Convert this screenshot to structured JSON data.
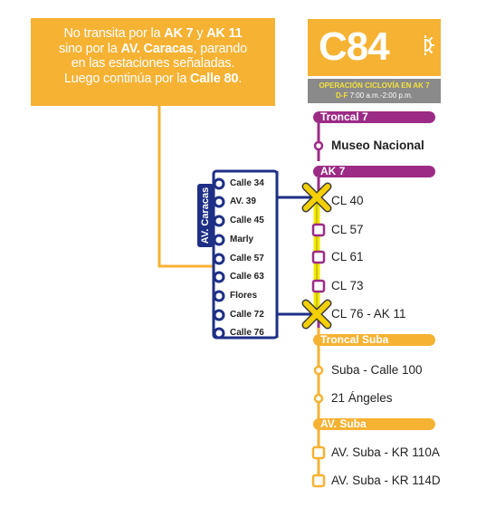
{
  "notice": {
    "line1_pre": "No transita por la ",
    "line1_b1": "AK 7",
    "line1_mid": " y ",
    "line1_b2": "AK 11",
    "line2_pre": "sino por la ",
    "line2_b": "AV. Caracas",
    "line2_post": ", parando",
    "line3": "en las estaciones señaladas.",
    "line4_pre": "Luego continúa por la ",
    "line4_b": "Calle 80",
    "line4_post": "."
  },
  "route": {
    "code": "C84",
    "icon": "sun-icon",
    "color": "#f6b233"
  },
  "ciclovia": {
    "line1": "OPERACIÓN CICLOVÍA EN AK 7",
    "days": "D-F",
    "hours": "7:00 a.m.-2:00 p.m."
  },
  "colors": {
    "troncal7": "#9c2b86",
    "ak7": "#9c2b86",
    "detour": "#1e2f86",
    "suba": "#f6b233",
    "closed_segment": "#f5e800",
    "x_mark": "#f5d000",
    "ciclovia_bg": "#8a8a8a"
  },
  "sections": {
    "troncal7": "Troncal 7",
    "ak7": "AK 7",
    "troncal_suba": "Troncal Suba",
    "av_suba": "AV. Suba"
  },
  "stops": {
    "museo": "Museo Nacional",
    "ak7": [
      "CL 40",
      "CL 57",
      "CL 61",
      "CL 73",
      "CL 76 - AK 11"
    ],
    "troncal_suba": [
      "Suba - Calle 100",
      "21 Ángeles"
    ],
    "av_suba": [
      "AV. Suba - KR 110A",
      "AV. Suba - KR 114D"
    ]
  },
  "detour": {
    "label": "AV. Caracas",
    "stops": [
      "Calle 34",
      "AV. 39",
      "Calle 45",
      "Marly",
      "Calle 57",
      "Calle 63",
      "Flores",
      "Calle 72",
      "Calle 76"
    ]
  }
}
